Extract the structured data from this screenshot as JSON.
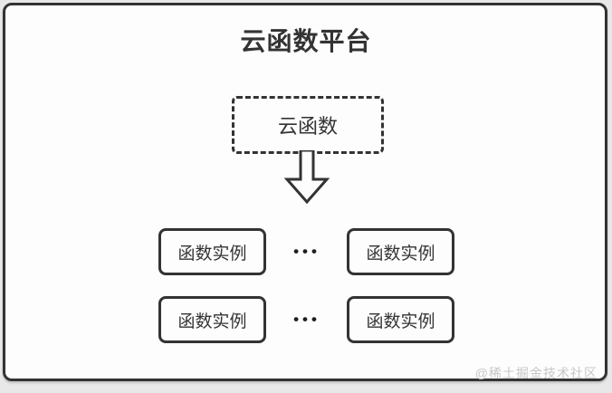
{
  "diagram": {
    "title": "云函数平台",
    "source_box": {
      "label": "云函数"
    },
    "arrow": "down-arrow",
    "ellipsis": "•••",
    "instances": [
      "函数实例",
      "函数实例",
      "函数实例",
      "函数实例"
    ],
    "watermark": "@稀土掘金技术社区"
  },
  "colors": {
    "border": "#333333",
    "panel_background": "#fdfdfd",
    "page_background": "#e8e8e8",
    "text": "#333333",
    "watermark": "#c6c6c6"
  }
}
